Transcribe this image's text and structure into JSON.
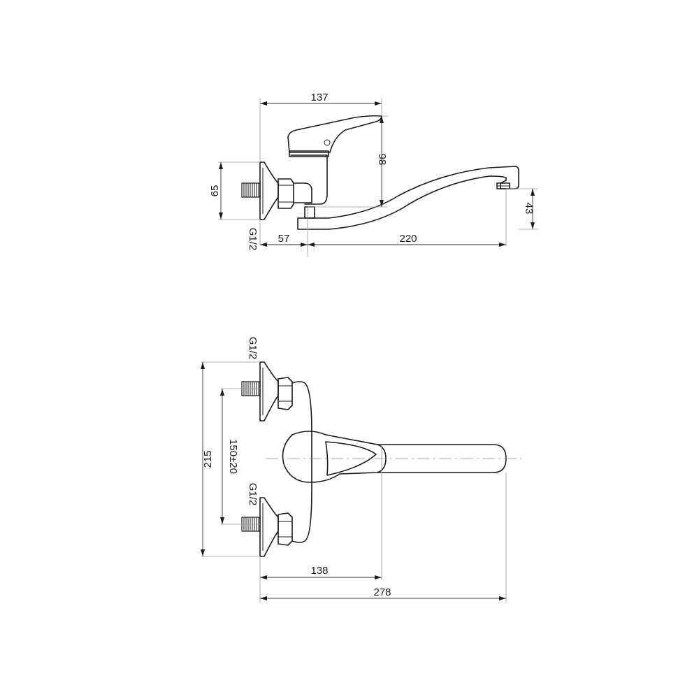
{
  "side_view": {
    "dims": {
      "top_width": "137",
      "height_body": "98",
      "height_spout": "43",
      "height_flange": "65",
      "offset": "57",
      "spout_reach": "220"
    },
    "thread": "G1/2"
  },
  "top_view": {
    "dims": {
      "spacing": "150±20",
      "total_height": "215",
      "handle_reach": "138",
      "total_reach": "278"
    },
    "thread_upper": "G1/2",
    "thread_lower": "G1/2"
  },
  "colors": {
    "line": "#1a1a1a",
    "extension": "#9a9a9a",
    "background": "#ffffff"
  }
}
